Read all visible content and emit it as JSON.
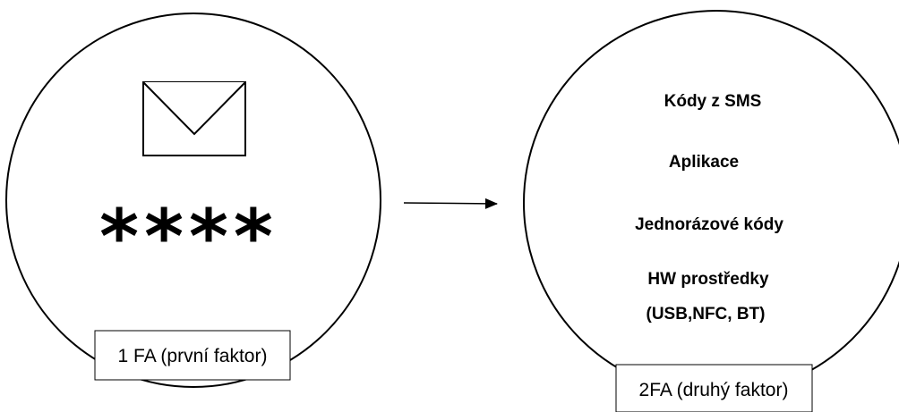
{
  "first_factor": {
    "icon": "envelope-icon",
    "password_mask": "****",
    "label": "1 FA (první faktor)"
  },
  "second_factor": {
    "items": [
      "Kódy z SMS",
      "Aplikace",
      "Jednorázové kódy",
      "HW prostředky",
      "(USB,NFC, BT)"
    ],
    "label": "2FA (druhý faktor)"
  },
  "connector": {
    "icon": "arrow-right-icon"
  }
}
